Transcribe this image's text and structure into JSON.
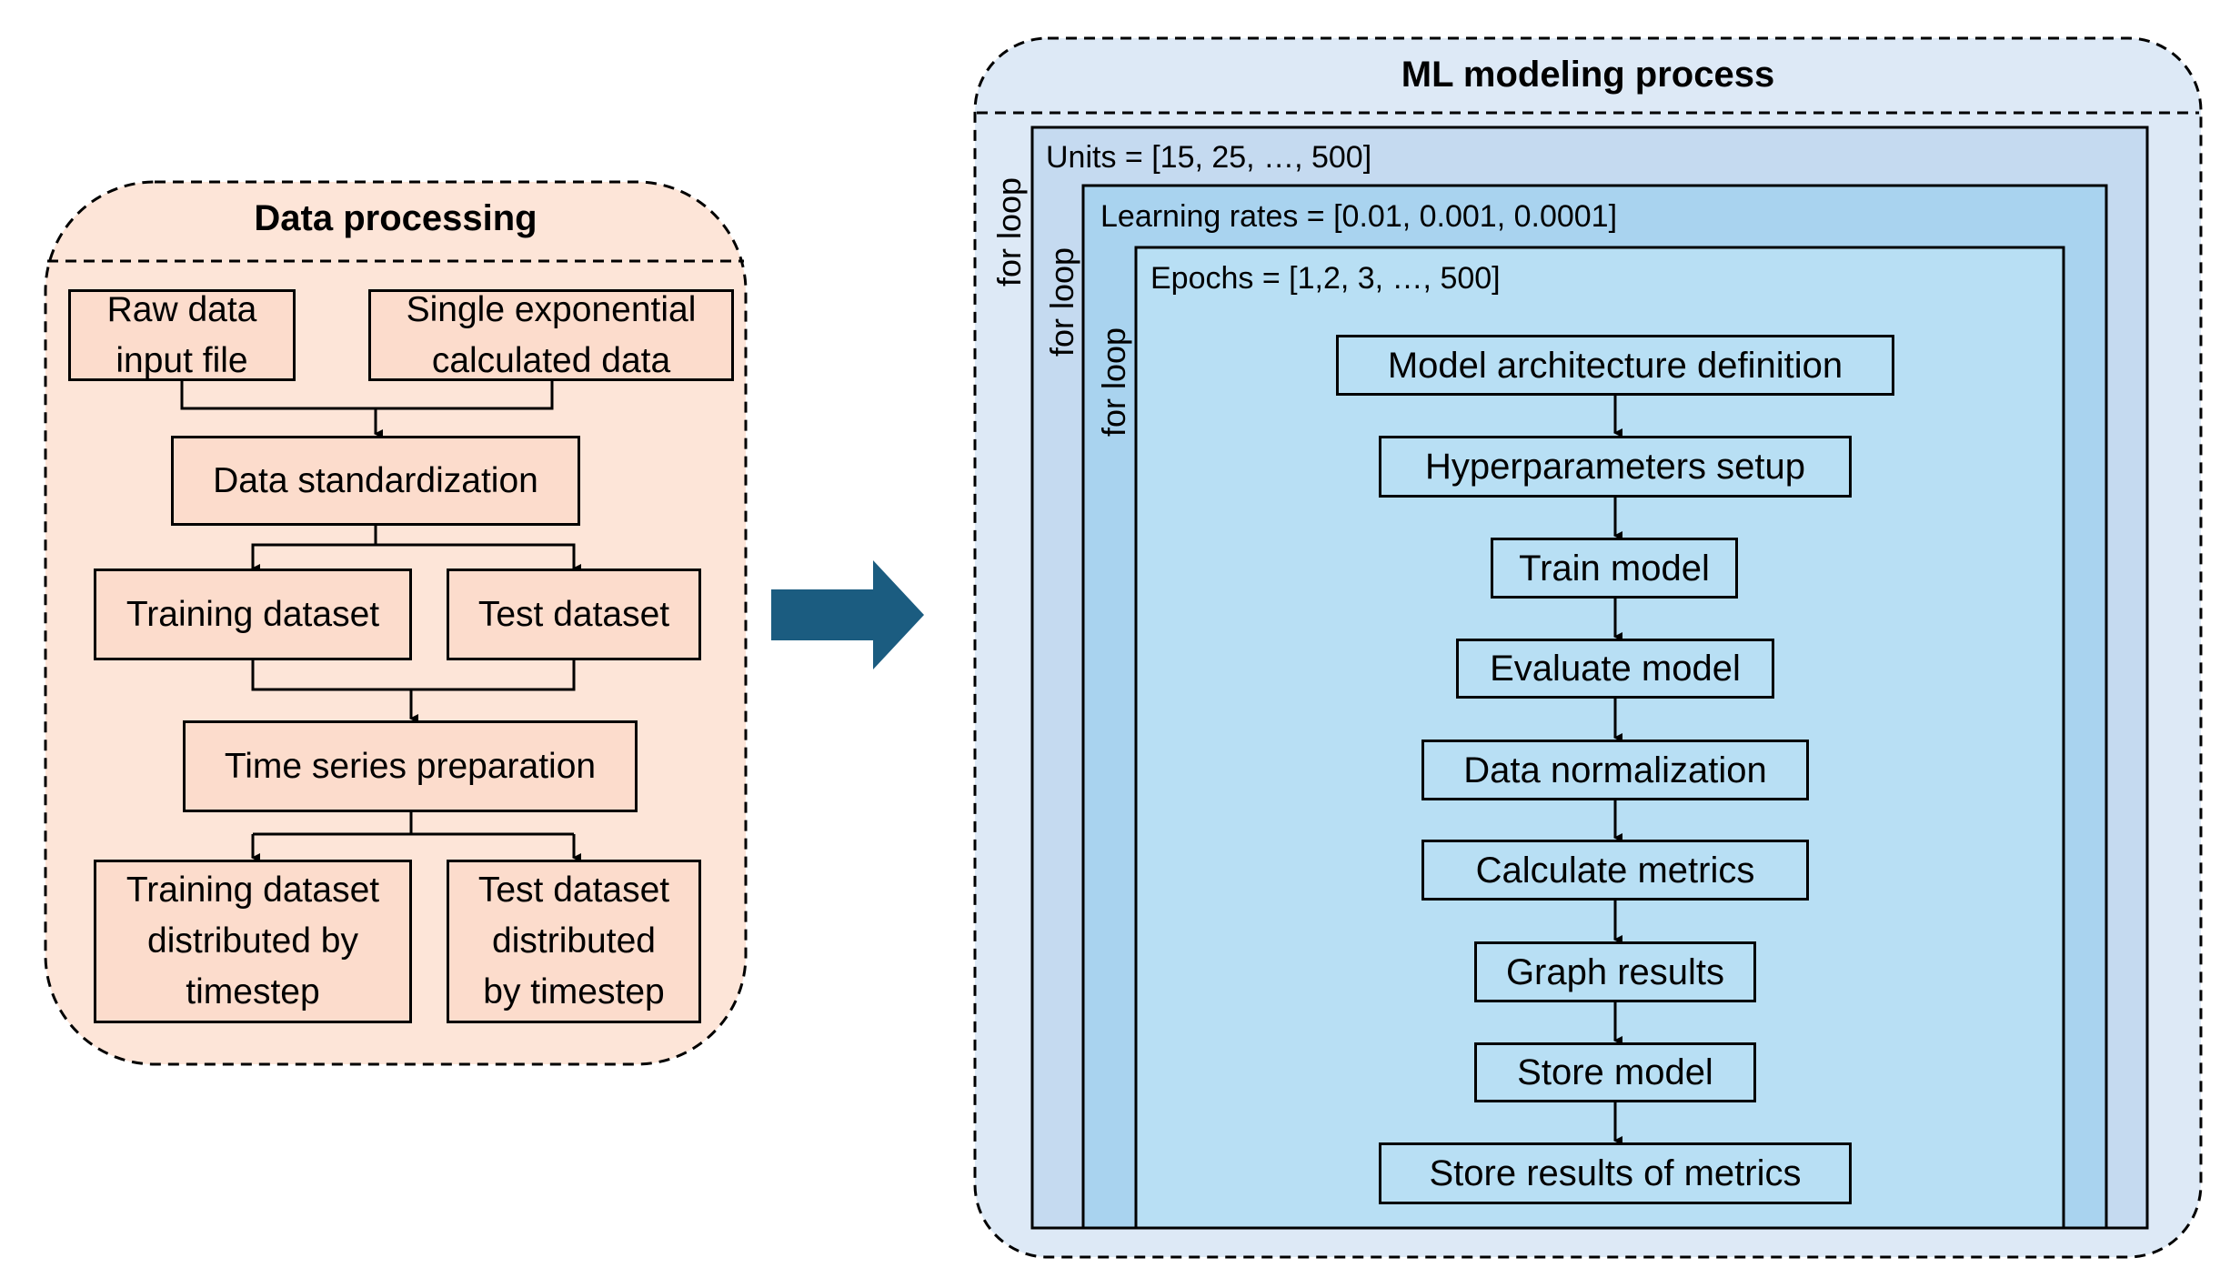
{
  "left_panel": {
    "title": "Data processing",
    "nodes": {
      "raw_data": "Raw data\ninput file",
      "single_exponential": "Single exponential\ncalculated data",
      "standardization": "Data standardization",
      "training_dataset": "Training dataset",
      "test_dataset": "Test dataset",
      "time_series": "Time series preparation",
      "training_by_timestep": "Training dataset\ndistributed by\ntimestep",
      "test_by_timestep": "Test dataset\ndistributed\nby timestep"
    }
  },
  "right_panel": {
    "title": "ML modeling process",
    "loops": [
      {
        "side_label": "for loop",
        "header": "Units = [15, 25, …, 500]"
      },
      {
        "side_label": "for loop",
        "header": "Learning rates = [0.01, 0.001, 0.0001]"
      },
      {
        "side_label": "for loop",
        "header": "Epochs = [1,2, 3, …, 500]"
      }
    ],
    "steps": [
      "Model architecture definition",
      "Hyperparameters setup",
      "Train model",
      "Evaluate model",
      "Data normalization",
      "Calculate metrics",
      "Graph results",
      "Store model",
      "Store results of metrics"
    ]
  },
  "colors": {
    "left_panel_fill": "#fde5d8",
    "left_box_fill": "#fcdccc",
    "right_panel_fill": "#dde9f6",
    "loop1_fill": "#c5daf0",
    "loop2_fill": "#a9d3ef",
    "loop3_fill": "#b8dff4",
    "arrow_fill": "#1b5c80"
  }
}
